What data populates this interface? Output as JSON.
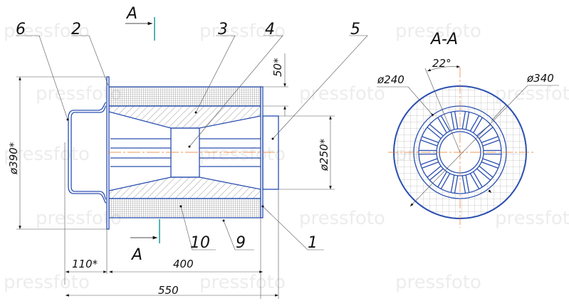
{
  "drawing": {
    "section_marker": "A",
    "section_title": "A-A",
    "callouts": [
      "6",
      "2",
      "3",
      "4",
      "5",
      "10",
      "9",
      "1"
    ],
    "dimensions": {
      "outer_diameter": "ø390*",
      "gap": "50*",
      "nozzle_diameter": "ø250*",
      "handle_length": "110*",
      "body_length": "400",
      "total_length": "550",
      "angle": "22°",
      "inner_diameter": "ø240",
      "ring_diameter": "ø340"
    },
    "colors": {
      "outline": "#2a4fb0",
      "centerline": "#e8782a",
      "section_mark": "#1a9a9a",
      "dim": "#555555"
    },
    "watermark": "pressfoto"
  }
}
